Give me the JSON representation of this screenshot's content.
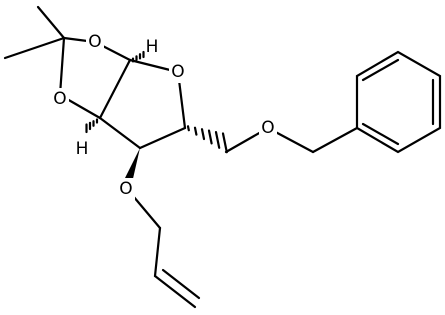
{
  "diagram": {
    "atom_labels": {
      "o_dioxolane_upper": "O",
      "o_dioxolane_lower": "O",
      "o_furanose_ring": "O",
      "o_benzyl_ether": "O",
      "o_allyl_ether": "O",
      "h_anomeric": "H",
      "h_ring_fusion": "H"
    }
  }
}
